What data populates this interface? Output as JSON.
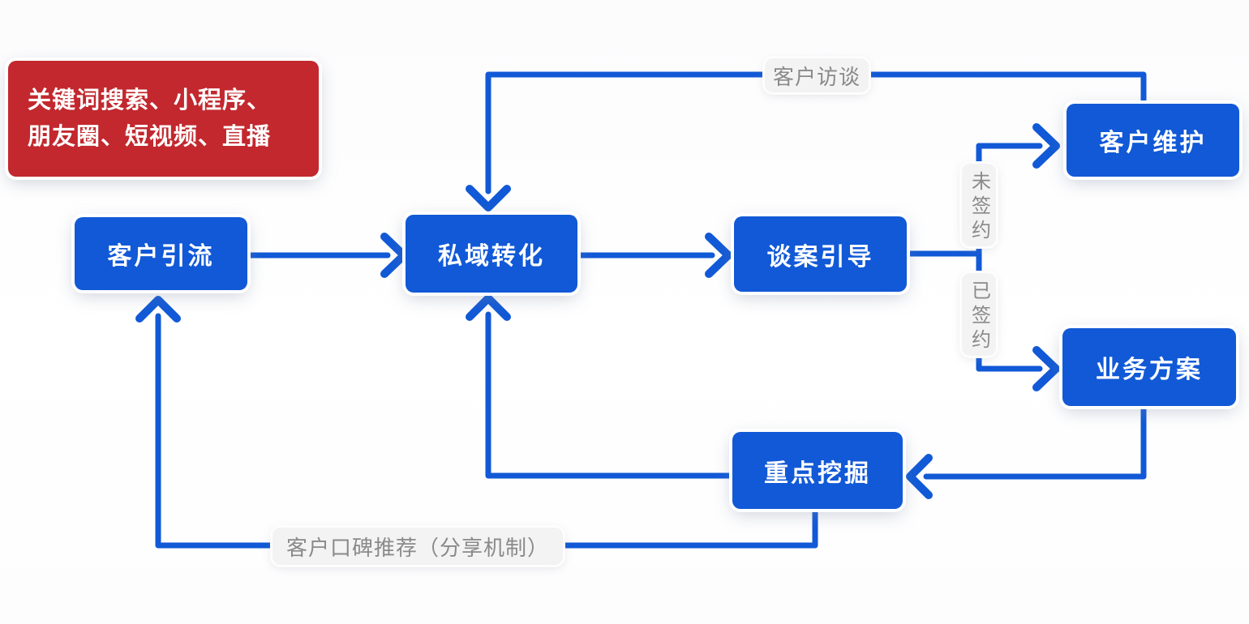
{
  "diagram_title": "customer-private-domain-flow",
  "colors": {
    "accent_blue": "#1159d6",
    "brand_red": "#c2282e",
    "edge_label_text": "#8a8a8a",
    "edge_label_bg": "#f3f3f4",
    "node_text": "#ffffff",
    "background": "#ffffff"
  },
  "nodes": {
    "source_channels": {
      "lines": [
        "关键词搜索、小程序、",
        "朋友圈、短视频、直播"
      ]
    },
    "kehu_yinliu": {
      "label": "客户引流"
    },
    "siyu_zhuanhua": {
      "label": "私域转化"
    },
    "tanan_yindao": {
      "label": "谈案引导"
    },
    "kehu_weihu": {
      "label": "客户维护"
    },
    "yewu_fangan": {
      "label": "业务方案"
    },
    "zhongdian_wajue": {
      "label": "重点挖掘"
    }
  },
  "edge_labels": {
    "kehu_fangtan": "客户访谈",
    "wei_qianyue": "未签约",
    "yi_qianyue": "已签约",
    "koubei_tuijian": "客户口碑推荐（分享机制）"
  },
  "edges": [
    {
      "from": "kehu_yinliu",
      "to": "siyu_zhuanhua",
      "label": ""
    },
    {
      "from": "siyu_zhuanhua",
      "to": "tanan_yindao",
      "label": ""
    },
    {
      "from": "tanan_yindao",
      "to": "kehu_weihu",
      "label": "未签约"
    },
    {
      "from": "tanan_yindao",
      "to": "yewu_fangan",
      "label": "已签约"
    },
    {
      "from": "kehu_weihu",
      "to": "siyu_zhuanhua",
      "label": "客户访谈"
    },
    {
      "from": "yewu_fangan",
      "to": "zhongdian_wajue",
      "label": ""
    },
    {
      "from": "zhongdian_wajue",
      "to": "siyu_zhuanhua",
      "label": ""
    },
    {
      "from": "zhongdian_wajue",
      "to": "kehu_yinliu",
      "label": "客户口碑推荐（分享机制）"
    }
  ]
}
